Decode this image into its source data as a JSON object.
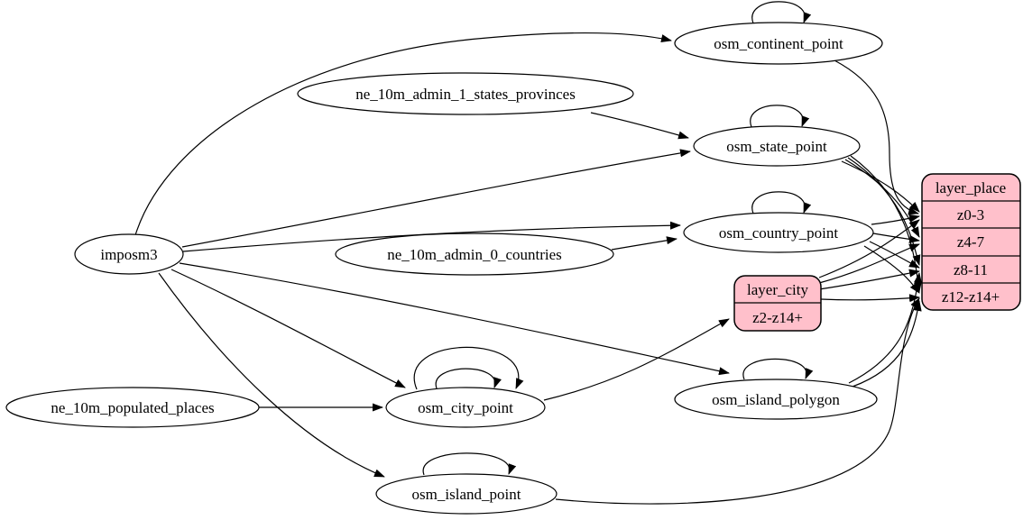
{
  "diagram": {
    "kind": "etl-dependency-graph",
    "background_color": "#ffffff",
    "table_fill_color": "#ffffff",
    "layer_fill_color": "#ffc0cb",
    "stroke_color": "#000000",
    "nodes": {
      "imposm3": {
        "label": "imposm3"
      },
      "ne_10m_admin_1_states_provinces": {
        "label": "ne_10m_admin_1_states_provinces"
      },
      "ne_10m_admin_0_countries": {
        "label": "ne_10m_admin_0_countries"
      },
      "ne_10m_populated_places": {
        "label": "ne_10m_populated_places"
      },
      "osm_continent_point": {
        "label": "osm_continent_point"
      },
      "osm_state_point": {
        "label": "osm_state_point"
      },
      "osm_country_point": {
        "label": "osm_country_point"
      },
      "osm_city_point": {
        "label": "osm_city_point"
      },
      "osm_island_polygon": {
        "label": "osm_island_polygon"
      },
      "osm_island_point": {
        "label": "osm_island_point"
      },
      "layer_city": {
        "title": "layer_city",
        "rows": [
          "z2-z14+"
        ]
      },
      "layer_place": {
        "title": "layer_place",
        "rows": [
          "z0-3",
          "z4-7",
          "z8-11",
          "z12-z14+"
        ]
      }
    },
    "edges": [
      {
        "from": "imposm3",
        "to": "osm_continent_point"
      },
      {
        "from": "imposm3",
        "to": "osm_state_point"
      },
      {
        "from": "imposm3",
        "to": "osm_country_point"
      },
      {
        "from": "imposm3",
        "to": "osm_city_point"
      },
      {
        "from": "imposm3",
        "to": "osm_island_polygon"
      },
      {
        "from": "imposm3",
        "to": "osm_island_point"
      },
      {
        "from": "ne_10m_admin_1_states_provinces",
        "to": "osm_state_point"
      },
      {
        "from": "ne_10m_admin_0_countries",
        "to": "osm_country_point"
      },
      {
        "from": "ne_10m_populated_places",
        "to": "osm_city_point"
      },
      {
        "from": "osm_continent_point",
        "to": "osm_continent_point"
      },
      {
        "from": "osm_state_point",
        "to": "osm_state_point"
      },
      {
        "from": "osm_country_point",
        "to": "osm_country_point"
      },
      {
        "from": "osm_city_point",
        "to": "osm_city_point"
      },
      {
        "from": "osm_city_point",
        "to": "osm_city_point"
      },
      {
        "from": "osm_island_polygon",
        "to": "osm_island_polygon"
      },
      {
        "from": "osm_island_point",
        "to": "osm_island_point"
      },
      {
        "from": "osm_city_point",
        "to": "layer_city:z2-z14+"
      },
      {
        "from": "osm_continent_point",
        "to": "layer_place:z0-3"
      },
      {
        "from": "osm_state_point",
        "to": "layer_place:z0-3"
      },
      {
        "from": "osm_state_point",
        "to": "layer_place:z4-7"
      },
      {
        "from": "osm_state_point",
        "to": "layer_place:z8-11"
      },
      {
        "from": "osm_state_point",
        "to": "layer_place:z12-z14+"
      },
      {
        "from": "osm_country_point",
        "to": "layer_place:z0-3"
      },
      {
        "from": "osm_country_point",
        "to": "layer_place:z4-7"
      },
      {
        "from": "osm_country_point",
        "to": "layer_place:z8-11"
      },
      {
        "from": "osm_country_point",
        "to": "layer_place:z12-z14+"
      },
      {
        "from": "layer_city:z2-z14+",
        "to": "layer_place:z0-3"
      },
      {
        "from": "layer_city:z2-z14+",
        "to": "layer_place:z4-7"
      },
      {
        "from": "layer_city:z2-z14+",
        "to": "layer_place:z8-11"
      },
      {
        "from": "layer_city:z2-z14+",
        "to": "layer_place:z12-z14+"
      },
      {
        "from": "osm_island_polygon",
        "to": "layer_place:z8-11"
      },
      {
        "from": "osm_island_polygon",
        "to": "layer_place:z12-z14+"
      },
      {
        "from": "osm_island_point",
        "to": "layer_place:z12-z14+"
      }
    ]
  }
}
